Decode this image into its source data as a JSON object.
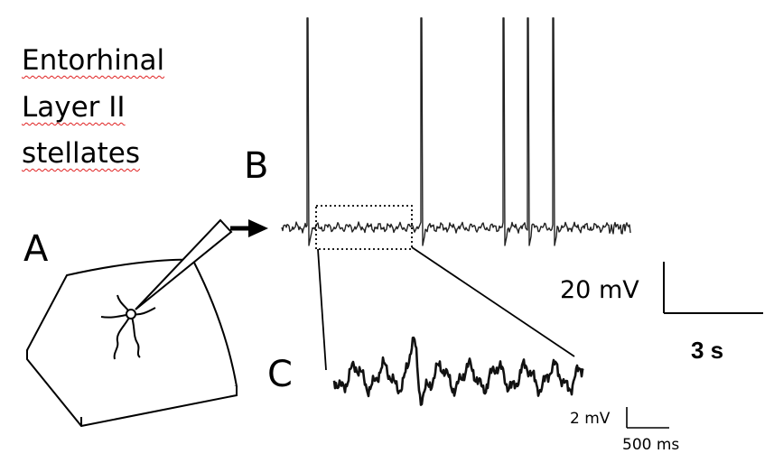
{
  "title": {
    "lines": [
      "Entorhinal",
      "Layer II",
      "stellates"
    ],
    "underline_color": "#e02020"
  },
  "panels": {
    "a": "A",
    "b": "B",
    "c": "C"
  },
  "scale_bar_b": {
    "voltage": "20 mV",
    "time": "3 s"
  },
  "scale_bar_c": {
    "voltage": "2 mV",
    "time": "500 ms"
  },
  "colors": {
    "ink": "#000000",
    "trace": "#222222",
    "background": "#ffffff"
  }
}
